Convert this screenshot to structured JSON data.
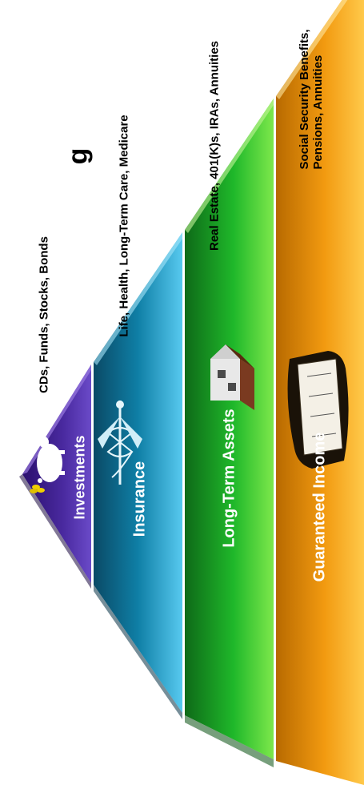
{
  "pyramid": {
    "tiers": [
      {
        "label": "Investments",
        "description": "CDs, Funds, Stocks, Bonds",
        "icon": "piggy-bank-icon",
        "colors": [
          "#2a0f6e",
          "#4a2aa0",
          "#6a4ac8"
        ]
      },
      {
        "label": "Insurance",
        "description": "Life, Health, Long-Term Care, Medicare",
        "icon": "caduceus-icon",
        "colors": [
          "#0a4a66",
          "#0f7fa6",
          "#57c9ef"
        ]
      },
      {
        "label": "Long-Term Assets",
        "description": "Real Estate, 401(K)s, IRAs, Annuities",
        "icon": "house-icon",
        "colors": [
          "#0e6a18",
          "#1fb82a",
          "#7de84b"
        ]
      },
      {
        "label": "Guaranteed Income",
        "description_lines": [
          "Social Security Benefits,",
          "Pensions, Annuities"
        ],
        "icon": "paycheck-icon",
        "colors": [
          "#b86a00",
          "#f29a10",
          "#ffc94a"
        ]
      }
    ]
  },
  "heading_fragment": "g"
}
